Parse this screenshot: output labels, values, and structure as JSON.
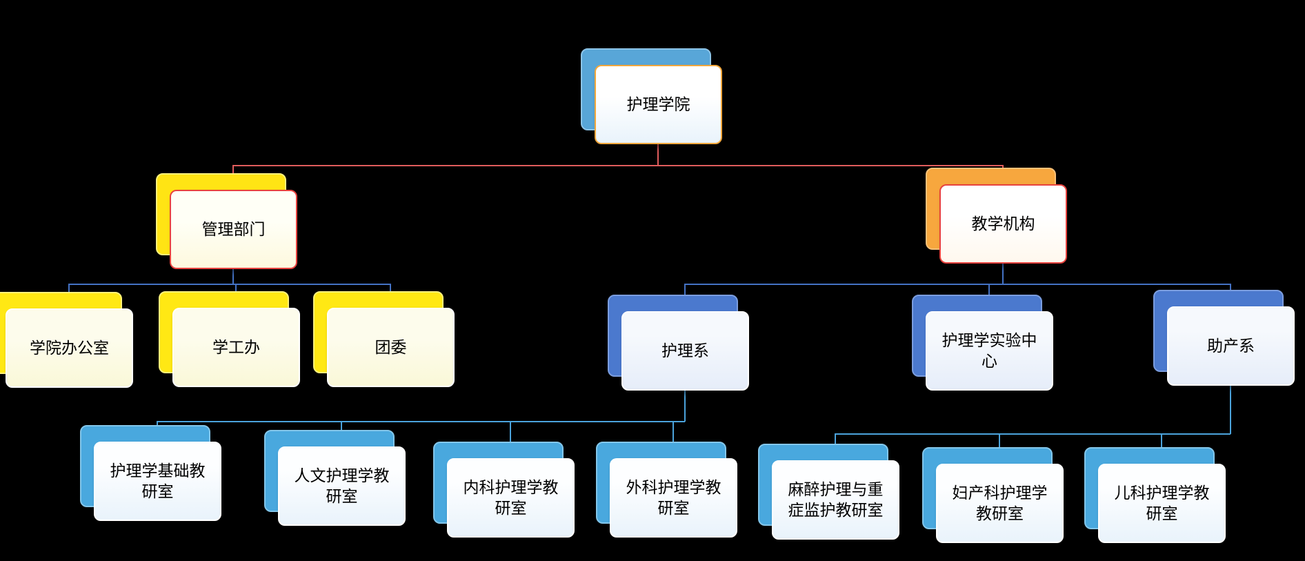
{
  "diagram": {
    "type": "org-chart",
    "background": "#000000",
    "connector_colors": {
      "root_level": "#E05C5C",
      "branch_level": "#4472C4",
      "leaf_level": "#4BA3DC"
    },
    "palette": {
      "root_back": "#58A6D8",
      "root_front_border": "#F2A73B",
      "yellow_back": "#FFE814",
      "orange_back": "#F7A73E",
      "red_border": "#E8433F",
      "blue_back": "#4B79CE",
      "sky_back": "#49A8DE",
      "white_border": "#FFFFFF"
    },
    "nodes": {
      "root": {
        "label": "护理学院"
      },
      "mgmt": {
        "label": "管理部门"
      },
      "teach": {
        "label": "教学机构"
      },
      "office": {
        "label": "学院办公室"
      },
      "student": {
        "label": "学工办"
      },
      "league": {
        "label": "团委"
      },
      "nursing": {
        "label": "护理系"
      },
      "lab": {
        "label": "护理学实验中心"
      },
      "midwifery": {
        "label": "助产系"
      },
      "fundamental": {
        "label": "护理学基础教研室"
      },
      "humanistic": {
        "label": "人文护理学教研室"
      },
      "internal": {
        "label": "内科护理学教研室"
      },
      "surgical": {
        "label": "外科护理学教研室"
      },
      "anesthesia": {
        "label": "麻醉护理与重症监护教研室"
      },
      "obgyn": {
        "label": "妇产科护理学教研室"
      },
      "pediatric": {
        "label": "儿科护理学教研室"
      }
    },
    "edges": [
      {
        "from": "护理学院",
        "to": "管理部门"
      },
      {
        "from": "护理学院",
        "to": "教学机构"
      },
      {
        "from": "管理部门",
        "to": "学院办公室"
      },
      {
        "from": "管理部门",
        "to": "学工办"
      },
      {
        "from": "管理部门",
        "to": "团委"
      },
      {
        "from": "教学机构",
        "to": "护理系"
      },
      {
        "from": "教学机构",
        "to": "护理学实验中心"
      },
      {
        "from": "教学机构",
        "to": "助产系"
      },
      {
        "from": "护理系",
        "to": "护理学基础教研室"
      },
      {
        "from": "护理系",
        "to": "人文护理学教研室"
      },
      {
        "from": "护理系",
        "to": "内科护理学教研室"
      },
      {
        "from": "护理系",
        "to": "外科护理学教研室"
      },
      {
        "from": "助产系",
        "to": "麻醉护理与重症监护教研室"
      },
      {
        "from": "助产系",
        "to": "妇产科护理学教研室"
      },
      {
        "from": "助产系",
        "to": "儿科护理学教研室"
      }
    ]
  }
}
